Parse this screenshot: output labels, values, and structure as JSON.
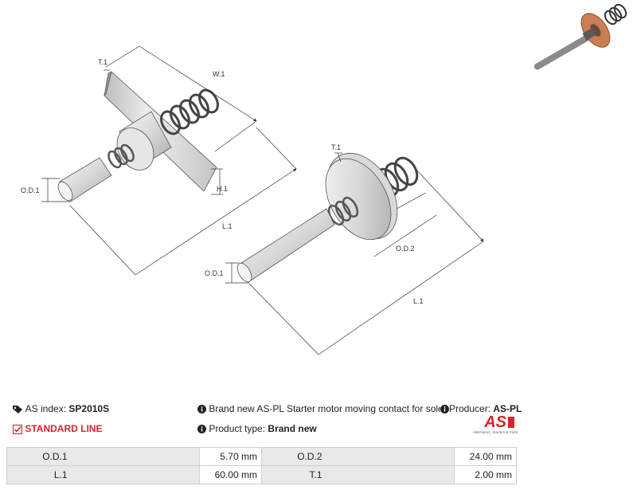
{
  "drawing": {
    "left_labels": {
      "t1": "T.1",
      "w1": "W.1",
      "od1": "O.D.1",
      "h1": "H.1",
      "l1": "L.1"
    },
    "right_labels": {
      "t1": "T.1",
      "od1": "O.D.1",
      "od2": "O.D.2",
      "l1": "L.1"
    }
  },
  "info": {
    "as_index_label": "AS index:",
    "as_index_value": "SP2010S",
    "standard_line": "STANDARD LINE",
    "description": "Brand new AS-PL Starter motor moving contact for solenoid",
    "producer_label": "Producer:",
    "producer_value": "AS-PL",
    "product_type_label": "Product type:",
    "product_type_value": "Brand new"
  },
  "logo": {
    "mark": "AS",
    "tagline": "Alternators, Starters & Parts",
    "color": "#d6242b"
  },
  "specs": [
    {
      "label": "O.D.1",
      "value": "5.70 mm",
      "label2": "O.D.2",
      "value2": "24.00 mm"
    },
    {
      "label": "L.1",
      "value": "60.00 mm",
      "label2": "T.1",
      "value2": "2.00 mm"
    }
  ]
}
